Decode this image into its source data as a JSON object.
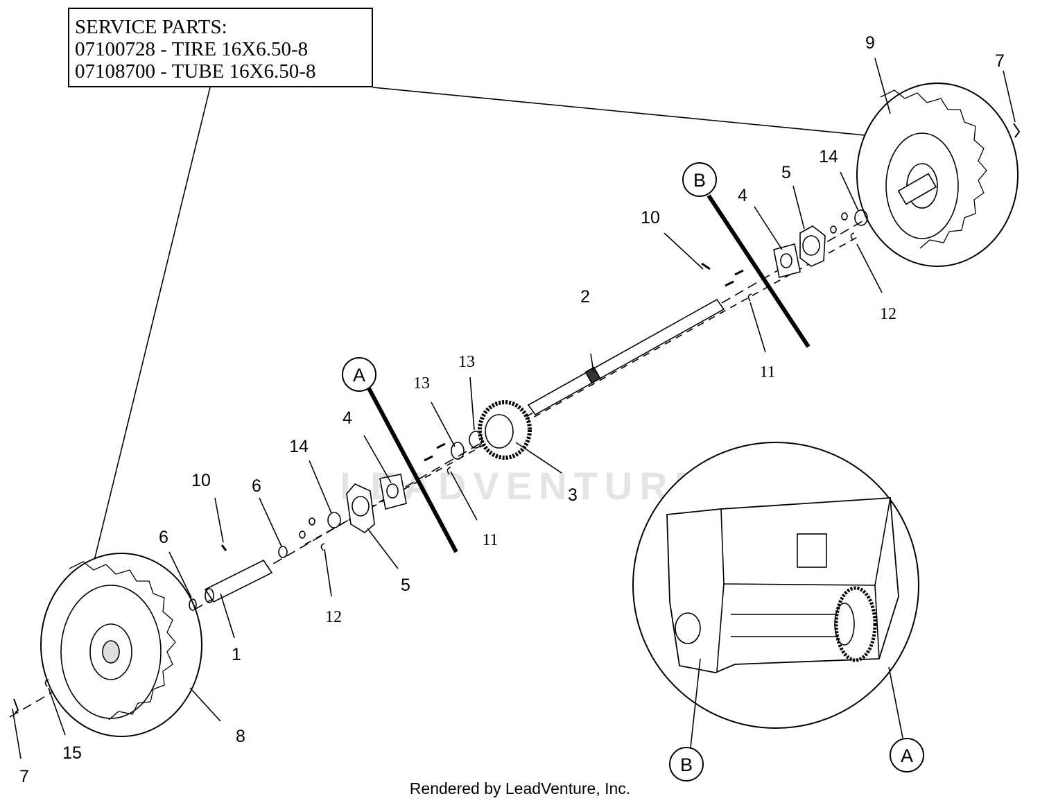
{
  "service_parts": {
    "heading": "SERVICE PARTS:",
    "lines": [
      "07100728 - TIRE 16X6.50-8",
      "07108700 - TUBE 16X6.50-8"
    ]
  },
  "callouts": {
    "c1": "1",
    "c2": "2",
    "c3": "3",
    "c4a": "4",
    "c4b": "4",
    "c5a": "5",
    "c5b": "5",
    "c6a": "6",
    "c6b": "6",
    "c7a": "7",
    "c7b": "7",
    "c8": "8",
    "c9": "9",
    "c10a": "10",
    "c10b": "10",
    "c11a": "11",
    "c11b": "11",
    "c12a": "12",
    "c12b": "12",
    "c13a": "13",
    "c13b": "13",
    "c14a": "14",
    "c14b": "14",
    "c15": "15"
  },
  "markers": {
    "a_main": "A",
    "b_main": "B",
    "a_detail": "A",
    "b_detail": "B"
  },
  "watermark": "LEADVENTURE",
  "footer": "Rendered by LeadVenture, Inc.",
  "colors": {
    "line": "#000000",
    "watermark": "#e4e4e4"
  }
}
